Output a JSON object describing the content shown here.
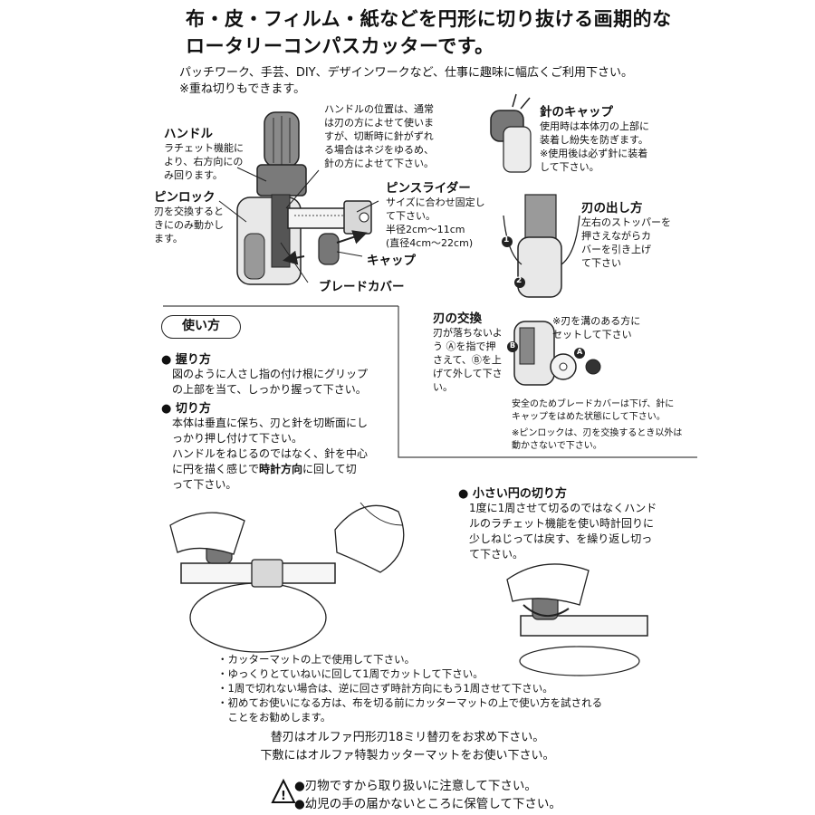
{
  "title": {
    "line1": "布・皮・フィルム・紙などを円形に切り抜ける画期的な",
    "line2": "ロータリーコンパスカッターです。"
  },
  "intro": {
    "line1": "パッチワーク、手芸、DIY、デザインワークなど、仕事に趣味に幅広くご利用下さい。",
    "line2": "※重ね切りもできます。"
  },
  "parts": {
    "handle_title": "ハンドル",
    "handle_desc": "ラチェット機能に\nより、右方向にの\nみ回ります。",
    "handle_position": "ハンドルの位置は、通常\nは刃の方によせて使いま\nすが、切断時に針がずれ\nる場合はネジをゆるめ、\n針の方によせて下さい。",
    "pinlock_title": "ピンロック",
    "pinlock_desc": "刃を交換すると\nきにのみ動かし\nます。",
    "pinslider_title": "ピンスライダー",
    "pinslider_desc": "サイズに合わせ固定し\nて下さい。\n半径2cm～11cm\n(直径4cm～22cm)",
    "cap": "キャップ",
    "blade_cover": "ブレードカバー"
  },
  "needle_cap": {
    "title": "針のキャップ",
    "desc": "使用時は本体刃の上部に\n装着し紛失を防ぎます。\n※使用後は必ず針に装着\nして下さい。"
  },
  "blade_out": {
    "title": "刃の出し方",
    "desc": "左右のストッパーを\n押さえながらカ\nバーを引き上げ\nて下さい",
    "mark1": "1",
    "mark2": "2"
  },
  "blade_change": {
    "title": "刃の交換",
    "desc": "刃が落ちないよ\nう Ⓐを指で押\nさえて、Ⓑを上\nげて外して下さ\nい。",
    "note": "※刃を溝のある方に\nセットして下さい",
    "safety": "安全のためブレードカバーは下げ、針に\nキャップをはめた状態にして下さい。",
    "pinlock_note": "※ピンロックは、刃を交換するとき以外は\n動かさないで下さい。",
    "markA": "A",
    "markB": "B"
  },
  "howto": {
    "heading": "使い方",
    "grip_title": "握り方",
    "grip_desc": "図のように人さし指の付け根にグリップ\nの上部を当て、しっかり握って下さい。",
    "cut_title": "切り方",
    "cut_desc": "本体は垂直に保ち、刃と針を切断面にし\nっかり押し付けて下さい。\nハンドルをねじるのではなく、針を中心\nに円を描く感じで",
    "cut_bold": "時計方向",
    "cut_desc2": "に回して切\nって下さい。"
  },
  "small_circle": {
    "title": "小さい円の切り方",
    "desc": "1度に1周させて切るのではなくハンド\nルのラチェット機能を使い時計回りに\n少しねじっては戻す、を繰り返し切っ\nて下さい。"
  },
  "notes": [
    "・カッターマットの上で使用して下さい。",
    "・ゆっくりとていねいに回して1周でカットして下さい。",
    "・1周で切れない場合は、逆に回さず時計方向にもう1周させて下さい。",
    "・初めてお使いになる方は、布を切る前にカッターマットの上で使い方を試される\n　ことをお勧めします。"
  ],
  "replacement": {
    "line1": "替刃はオルファ円形刃18ミリ替刃をお求め下さい。",
    "line2": "下敷にはオルファ特製カッターマットをお使い下さい。"
  },
  "warnings": {
    "line1": "●刃物ですから取り扱いに注意して下さい。",
    "line2": "●幼児の手の届かないところに保管して下さい。"
  }
}
